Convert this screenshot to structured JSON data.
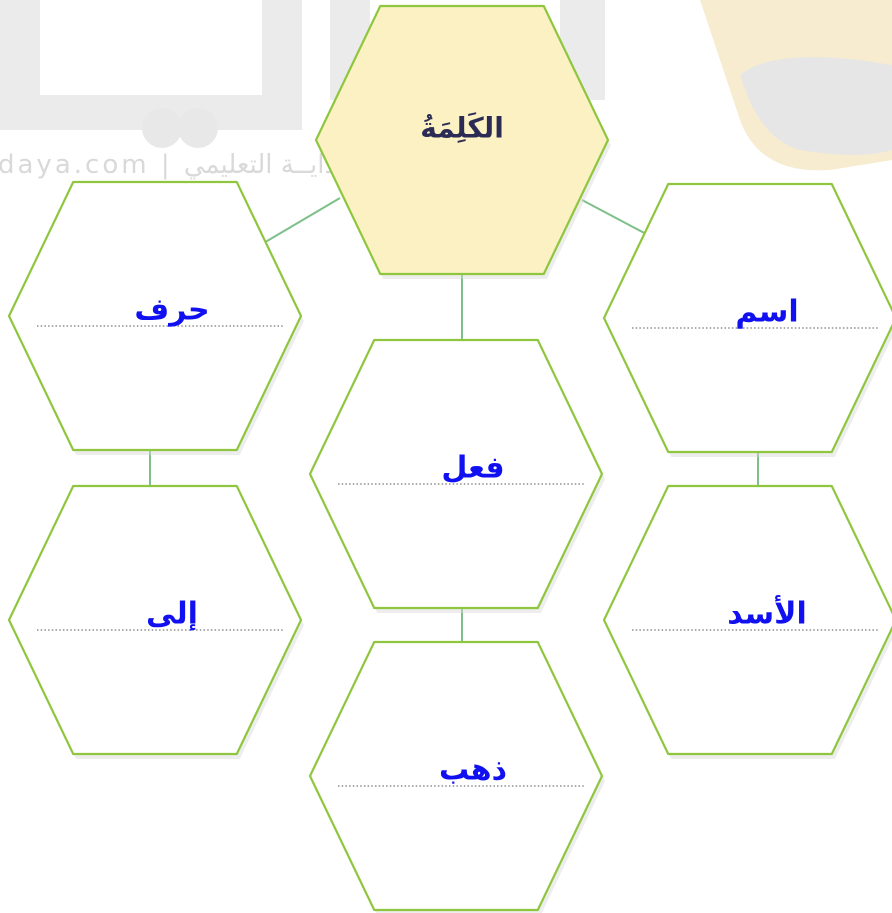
{
  "watermark": {
    "text": "daya.com | موقع بـدايــة التعليمي"
  },
  "diagram": {
    "center": {
      "label": "الكَلِمَةُ"
    },
    "categories": [
      {
        "id": "noun",
        "label": "اسم",
        "example": "الأسد"
      },
      {
        "id": "verb",
        "label": "فعل",
        "example": "ذهب"
      },
      {
        "id": "particle",
        "label": "حرف",
        "example": "إلى"
      }
    ]
  },
  "colors": {
    "hex_border": "#8fc63f",
    "center_fill": "#fbf1c2",
    "connector": "#7dc08a",
    "answer_text": "#1010f0",
    "center_text": "#2b2b55",
    "watermark": "#e3e3e3",
    "watermark_accent": "#f4e6c2"
  }
}
